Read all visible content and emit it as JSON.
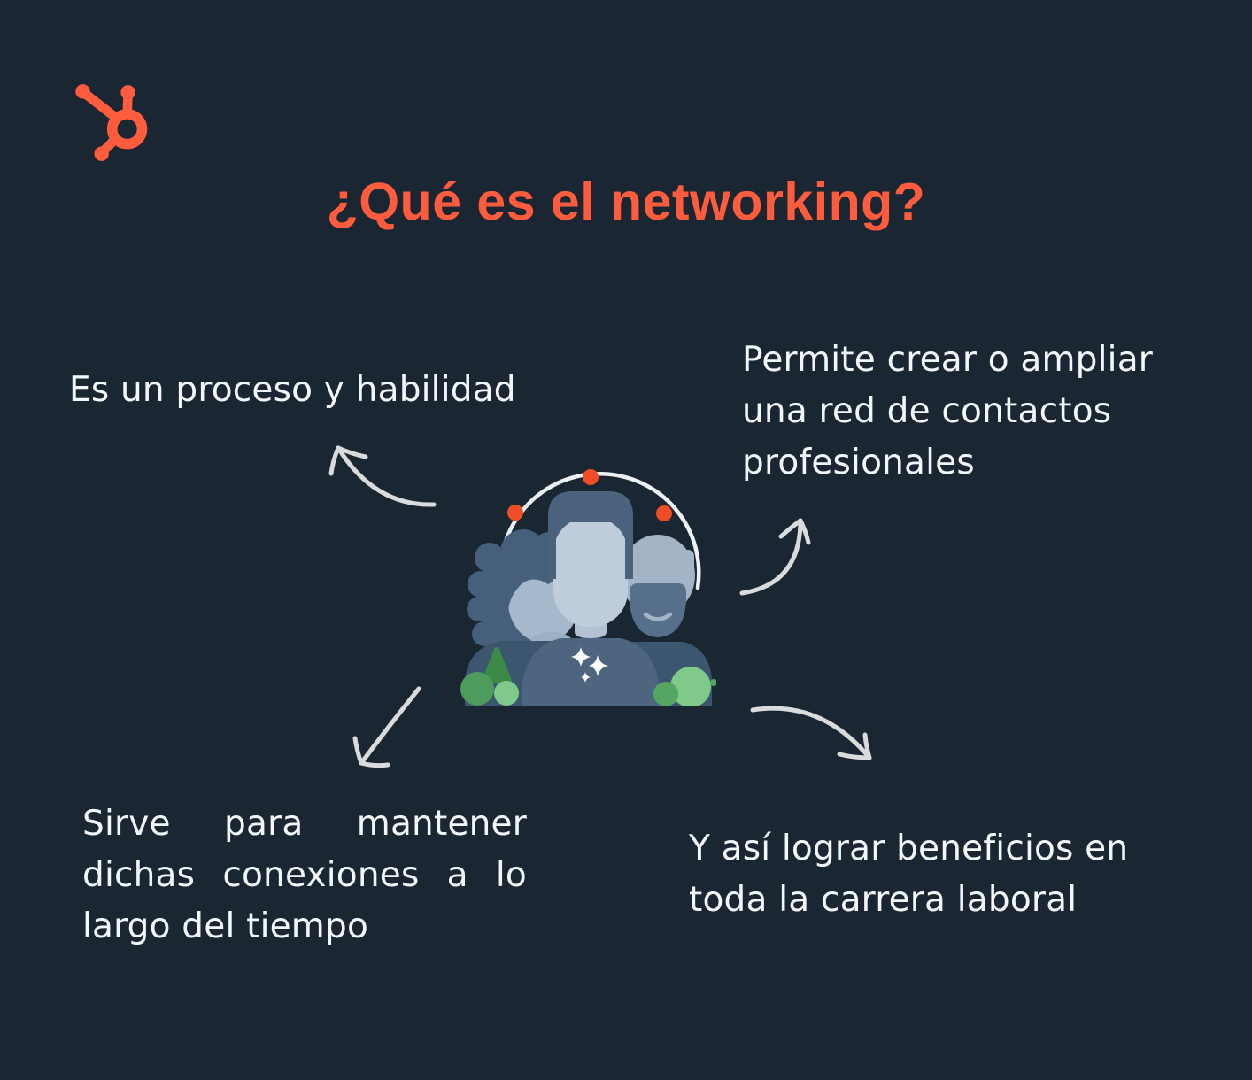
{
  "colors": {
    "background": "#1a2733",
    "accent_orange": "#ff5c3e",
    "node_dot_orange": "#f04c26",
    "text_white": "#f4f7f9",
    "arrow_gray": "#d9dbdc",
    "illustration_dark_slate": "#3d5670",
    "illustration_mid_slate": "#4e6580",
    "illustration_light_face": "#bfccdb",
    "illustration_bush_green": "#4e9c5c",
    "illustration_bush_light_green": "#7fc98a"
  },
  "header": {
    "title": "¿Qué es el networking?"
  },
  "icons": {
    "logo": "hubspot-sprocket-logo",
    "center_graphic": "three-people-group-under-network-arc",
    "arrows": [
      "curved-arrow-up-left",
      "curved-arrow-up-right",
      "arrow-down-left",
      "curved-arrow-down-right"
    ]
  },
  "callouts": {
    "top_left": {
      "lines": [
        "Es un proceso y habilidad"
      ]
    },
    "top_right": {
      "lines": [
        "Permite crear o ampliar",
        "una red de contactos",
        "profesionales"
      ]
    },
    "bottom_left": {
      "lines": [
        "Sirve para mantener",
        "dichas conexiones a lo",
        "largo del tiempo"
      ]
    },
    "bottom_right": {
      "lines": [
        "Y así lograr beneficios en",
        "toda la carrera laboral"
      ]
    }
  }
}
